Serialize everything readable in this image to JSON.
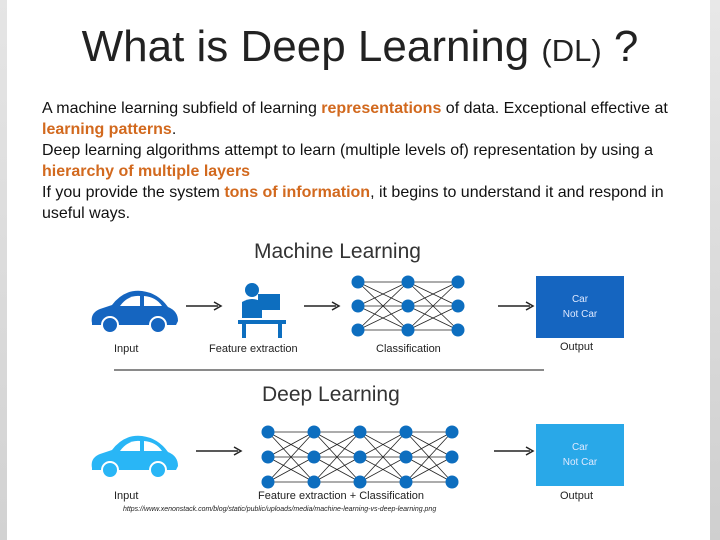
{
  "title": {
    "main": "What is Deep Learning",
    "abbr": "(DL)",
    "end": " ?"
  },
  "body": {
    "l1_a": "A machine learning subfield of learning ",
    "l1_hl": "representations",
    "l1_b": " of data. Exceptional effective at ",
    "l1_hl2": "learning patterns",
    "l1_c": ".",
    "l2_a": "Deep learning algorithms attempt to learn (multiple levels of) representation by using a ",
    "l2_hl": "hierarchy of multiple layers",
    "l3_a": "If you provide the system ",
    "l3_hl": "tons of information",
    "l3_b": ", it begins to understand it and respond in useful ways."
  },
  "diagram": {
    "ml_title": "Machine Learning",
    "dl_title": "Deep Learning",
    "ml_labels": {
      "input": "Input",
      "feature": "Feature extraction",
      "classification": "Classification",
      "output": "Output"
    },
    "dl_labels": {
      "input": "Input",
      "combined": "Feature extraction + Classification",
      "output": "Output"
    },
    "output_text": {
      "car": "Car",
      "not_car": "Not Car"
    },
    "colors": {
      "ml_car": "#1565c0",
      "dl_car": "#29b6f6",
      "output_ml": "#1565c0",
      "output_dl": "#29a8e8",
      "node": "#0d6ebf"
    }
  },
  "source": "https://www.xenonstack.com/blog/static/public/uploads/media/machine-learning-vs-deep-learning.png"
}
